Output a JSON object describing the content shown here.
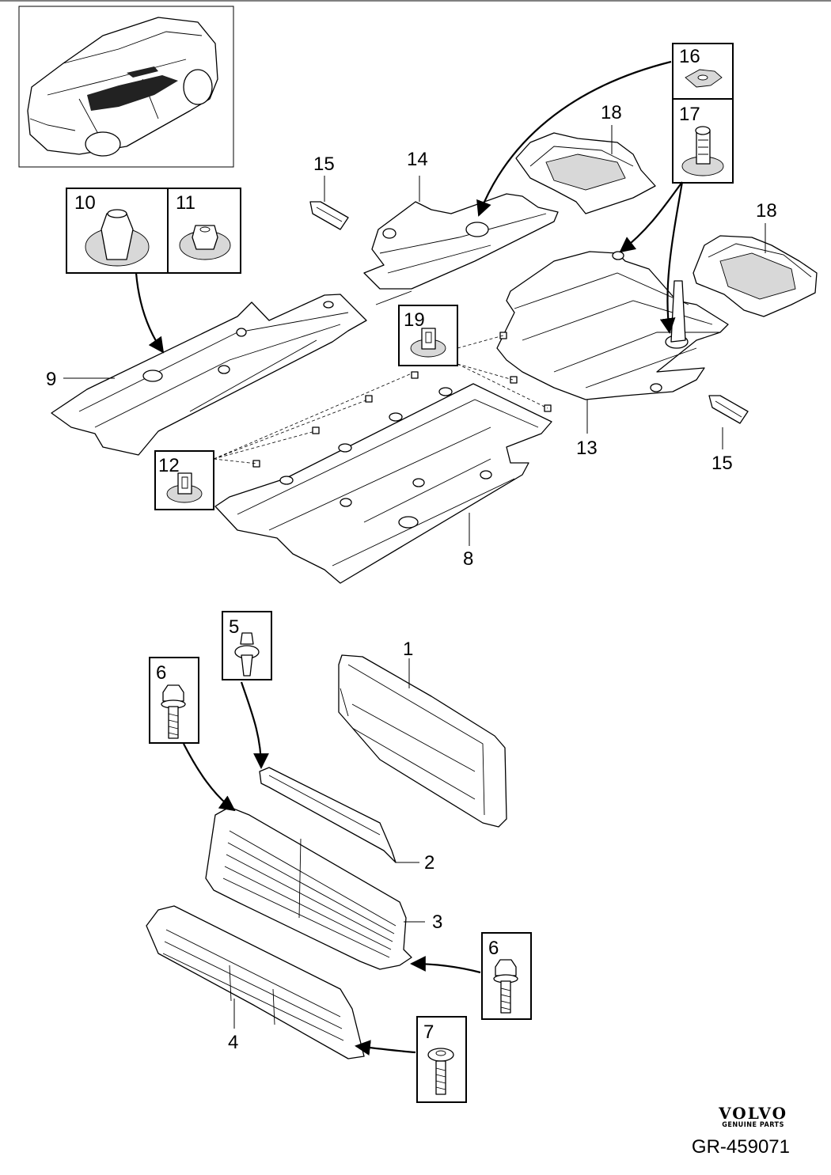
{
  "callouts": {
    "c1": "1",
    "c2": "2",
    "c3": "3",
    "c4": "4",
    "c5": "5",
    "c6a": "6",
    "c6b": "6",
    "c7": "7",
    "c8": "8",
    "c9": "9",
    "c10": "10",
    "c11": "11",
    "c12": "12",
    "c13": "13",
    "c14": "14",
    "c15a": "15",
    "c15b": "15",
    "c16": "16",
    "c17": "17",
    "c18a": "18",
    "c18b": "18",
    "c19": "19"
  },
  "branding": {
    "logo": "VOLVO",
    "tagline": "GENUINE PARTS"
  },
  "reference": "GR-459071"
}
